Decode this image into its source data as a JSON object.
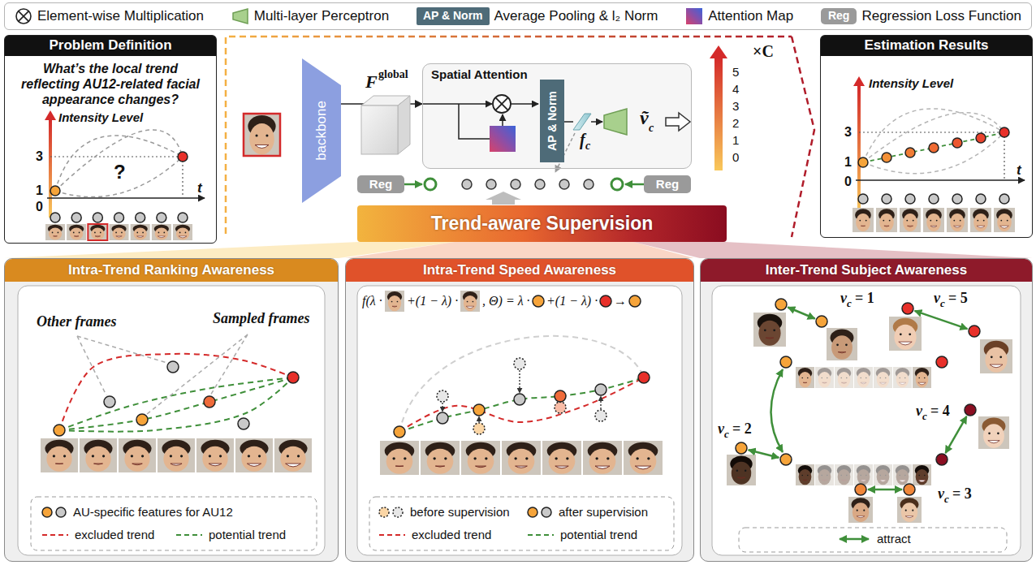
{
  "diagram": {
    "nodes": [
      {
        "text": [
          "Problem Definition",
          "What’s the local trend reflecting AU12-related facial appearance changes?"
        ]
      },
      {
        "text": [
          "backbone"
        ]
      },
      {
        "text": [
          "Spatial Attention"
        ]
      },
      {
        "text": [
          "AP & Norm"
        ],
        "in": 2
      },
      {
        "text": [
          "Reg"
        ]
      },
      {
        "text": [
          "Reg"
        ]
      },
      {
        "text": [
          "Trend-aware Supervision"
        ]
      },
      {
        "text": [
          "Estimation Results"
        ]
      },
      {
        "text": [
          "Intra-Trend Ranking Awareness"
        ]
      },
      {
        "text": [
          "Intra-Trend Speed Awareness"
        ]
      },
      {
        "text": [
          "Inter-Trend Subject Awareness"
        ]
      }
    ],
    "edges": [
      {
        "from": 1,
        "to": 2,
        "arrow": "to"
      }
    ],
    "labels": [
      "Intensity Level",
      "3",
      "1",
      "0",
      "t",
      "?",
      "F",
      "global",
      "f",
      "c",
      "ṽ",
      "c",
      "5",
      "4",
      "3",
      "2",
      "1",
      "0",
      "×C",
      "Intensity Level",
      "3",
      "1",
      "0",
      "t",
      "Other frames",
      "Sampled frames",
      "f(λ ·",
      "+(1 − λ) ·",
      ", Θ) = λ ·",
      "+(1 − λ) ·",
      "→",
      "v",
      "c",
      "= 1",
      "v",
      "c",
      "= 5",
      "v",
      "c",
      "= 2",
      "v",
      "c",
      "= 4",
      "v",
      "c",
      "= 3",
      "AP & Norm",
      "Reg"
    ],
    "legend": [
      {
        "text": "Element-wise Multiplication"
      },
      {
        "text": "Multi-layer Perceptron"
      },
      {
        "text": "Average Pooling & l₂ Norm"
      },
      {
        "text": "Attention Map"
      },
      {
        "text": "Regression Loss Function"
      },
      {
        "text": "AU-specific features for AU12"
      },
      {
        "text": "excluded trend"
      },
      {
        "text": "potential trend"
      },
      {
        "text": "before supervision"
      },
      {
        "text": "after supervision"
      },
      {
        "text": "excluded trend"
      },
      {
        "text": "potential trend"
      },
      {
        "text": "attract"
      }
    ]
  }
}
